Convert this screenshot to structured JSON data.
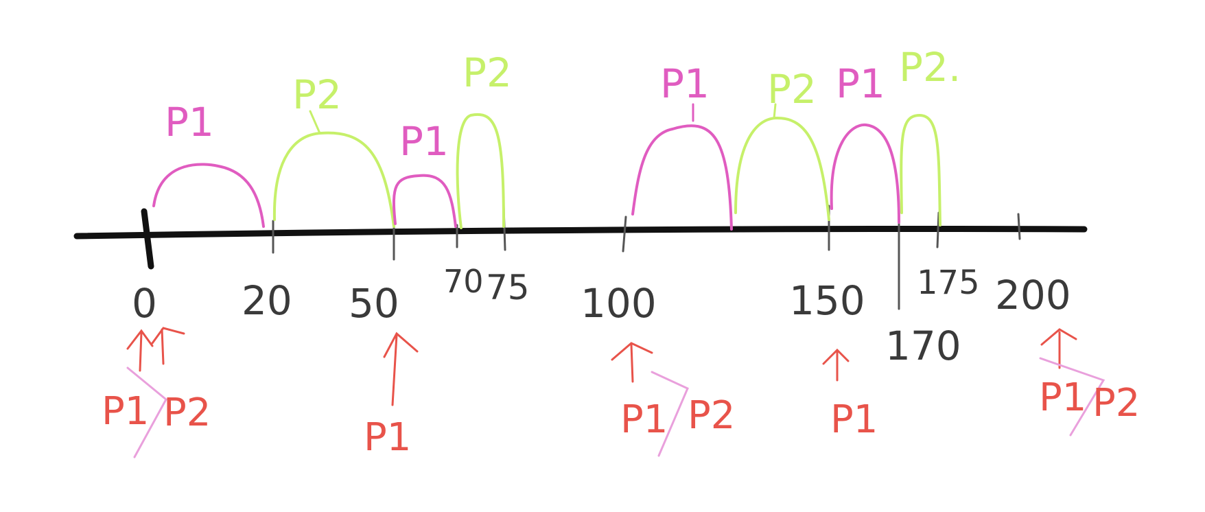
{
  "colors": {
    "axis": "#111111",
    "tick_label": "#333333",
    "p1": "#e05cc0",
    "p2": "#c6f06a",
    "arrival": "#e8534a",
    "strike": "#e9a0dc"
  },
  "timeline": {
    "tick_labels": [
      "0",
      "20",
      "50",
      "70",
      "75",
      "100",
      "150",
      "170",
      "175",
      "200"
    ]
  },
  "segments": [
    {
      "process": "P1",
      "label": "P1"
    },
    {
      "process": "P2",
      "label": "P2"
    },
    {
      "process": "P1",
      "label": "P1"
    },
    {
      "process": "P2",
      "label": "P2"
    },
    {
      "process": "P1",
      "label": "P1"
    },
    {
      "process": "P2",
      "label": "P2"
    },
    {
      "process": "P1",
      "label": "P1"
    },
    {
      "process": "P2",
      "label": "P2."
    }
  ],
  "arrivals": [
    {
      "at": "0",
      "left": "P1",
      "right": "P2"
    },
    {
      "at": "50",
      "left": "P1"
    },
    {
      "at": "100",
      "left": "P1",
      "right": "P2"
    },
    {
      "at": "150",
      "left": "P1"
    },
    {
      "at": "200",
      "left": "P1",
      "right": "P2"
    }
  ]
}
